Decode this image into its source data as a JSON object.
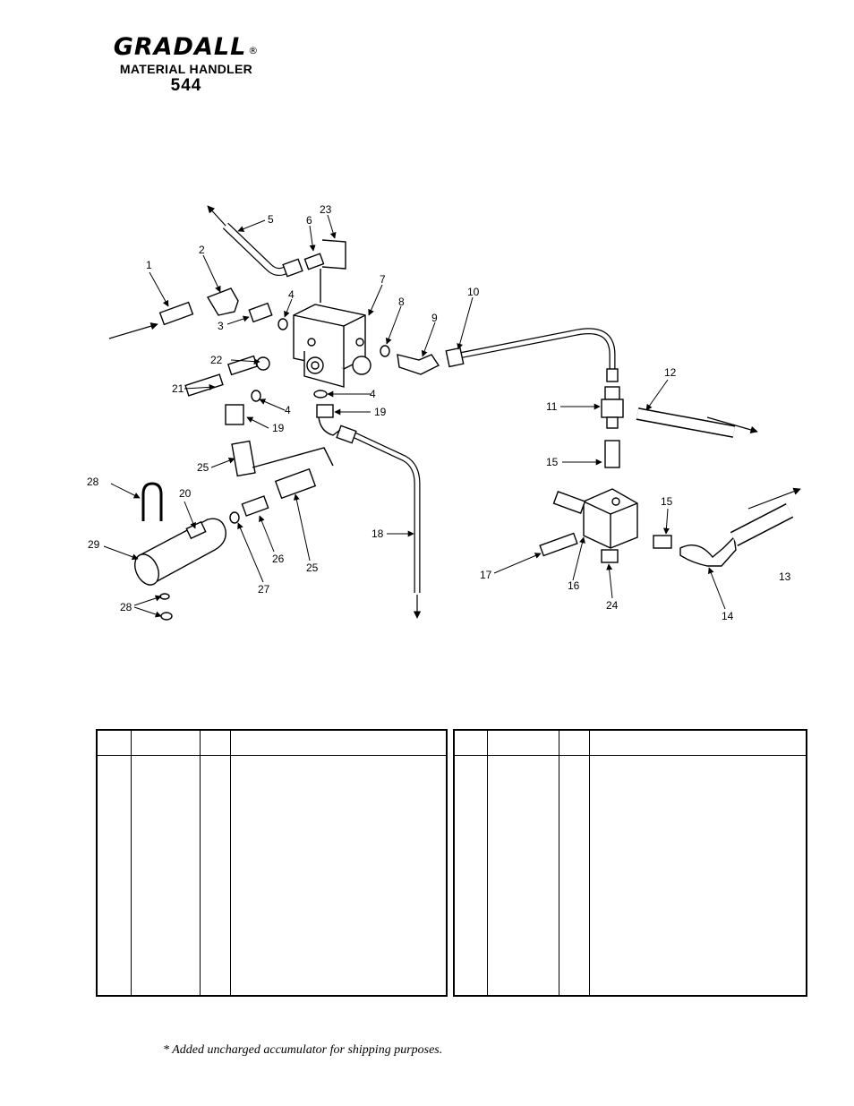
{
  "header": {
    "brand": "GRADALL",
    "registered_mark": "®",
    "product_line": "MATERIAL HANDLER",
    "model": "544"
  },
  "diagram": {
    "callouts": [
      "1",
      "2",
      "3",
      "4",
      "5",
      "6",
      "7",
      "8",
      "9",
      "10",
      "11",
      "12",
      "13",
      "14",
      "15",
      "16",
      "17",
      "18",
      "19",
      "20",
      "21",
      "22",
      "23",
      "24",
      "25",
      "26",
      "27",
      "28",
      "29"
    ]
  },
  "parts_tables": {
    "left": {
      "columns": [
        "",
        "",
        "",
        ""
      ]
    },
    "right": {
      "columns": [
        "",
        "",
        "",
        ""
      ]
    }
  },
  "footnote": "*  Added uncharged accumulator for shipping purposes."
}
